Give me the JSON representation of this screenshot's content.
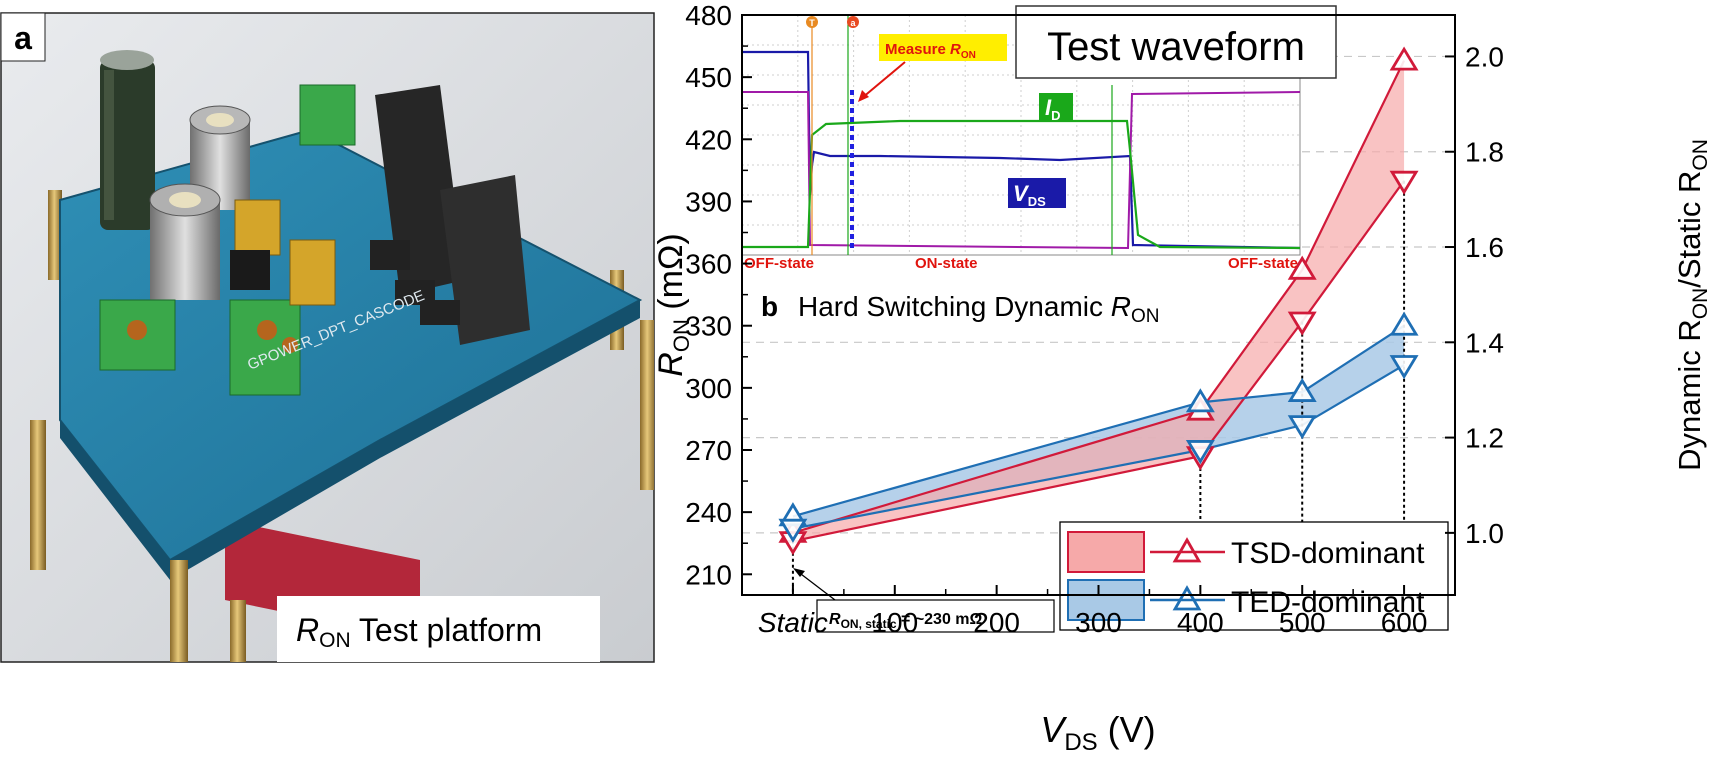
{
  "panel_a": {
    "label": "a",
    "caption_main": "R",
    "caption_sub": "ON",
    "caption_rest": " Test platform",
    "pcb_text": "GPOWER_DPT_CASCODE"
  },
  "inset": {
    "title": "Test waveform",
    "measure_prefix": "Measure ",
    "measure_r": "R",
    "measure_sub": "ON",
    "id_label": "I",
    "id_sub": "D",
    "vds_label": "V",
    "vds_sub": "DS",
    "off_state_left": "OFF-state",
    "on_state": "ON-state",
    "off_state_right": "OFF-state",
    "marker_t": "T",
    "marker_a": "a"
  },
  "colors": {
    "tsd": "#d11a3a",
    "tsd_fill": "#f6a9a9",
    "ted": "#1f6fb4",
    "ted_fill": "#a9c9e6",
    "overlap_fill": "#c88c95",
    "vds_trace": "#1a1aa8",
    "id_trace": "#1aa81a",
    "gate_trace": "#a01aa8",
    "label_red": "#e0140e",
    "highlight": "#ffee00"
  },
  "chart_data": {
    "type": "line",
    "panel_label": "b",
    "title_main": "Hard Switching Dynamic ",
    "title_r": "R",
    "title_sub": "ON",
    "xlabel_main": "V",
    "xlabel_sub": "DS",
    "xlabel_unit": " (V)",
    "ylabel_main": "R",
    "ylabel_sub": "ON",
    "ylabel_unit": " (mΩ)",
    "y2label": "Dynamic R",
    "y2label_sub": "ON",
    "y2label_rest": "/Static R",
    "y2label_sub2": "ON",
    "x_ticks": [
      "Static",
      "100",
      "200",
      "300",
      "400",
      "500",
      "600"
    ],
    "x_tick_values": [
      0,
      100,
      200,
      300,
      400,
      500,
      600
    ],
    "xlim": [
      -50,
      650
    ],
    "ylim": [
      200,
      480
    ],
    "y_ticks": [
      210,
      240,
      270,
      300,
      330,
      360,
      390,
      420,
      450,
      480
    ],
    "y2lim": [
      0.8696,
      2.087
    ],
    "y2_ticks": [
      1.0,
      1.2,
      1.4,
      1.6,
      1.8,
      2.0
    ],
    "static_annotation_main": "R",
    "static_annotation_sub": "ON, static",
    "static_annotation_rest": " = ~230 mΩ",
    "legend_position": "bottom-right",
    "series": [
      {
        "name": "TSD-dominant",
        "x": [
          0,
          400,
          500,
          600
        ],
        "upper": [
          230,
          289,
          357,
          458
        ],
        "lower": [
          226,
          267,
          332,
          400
        ]
      },
      {
        "name": "TED-dominant",
        "x": [
          0,
          400,
          500,
          600
        ],
        "upper": [
          238,
          293,
          298,
          330
        ],
        "lower": [
          232,
          270,
          282,
          311
        ]
      }
    ]
  }
}
